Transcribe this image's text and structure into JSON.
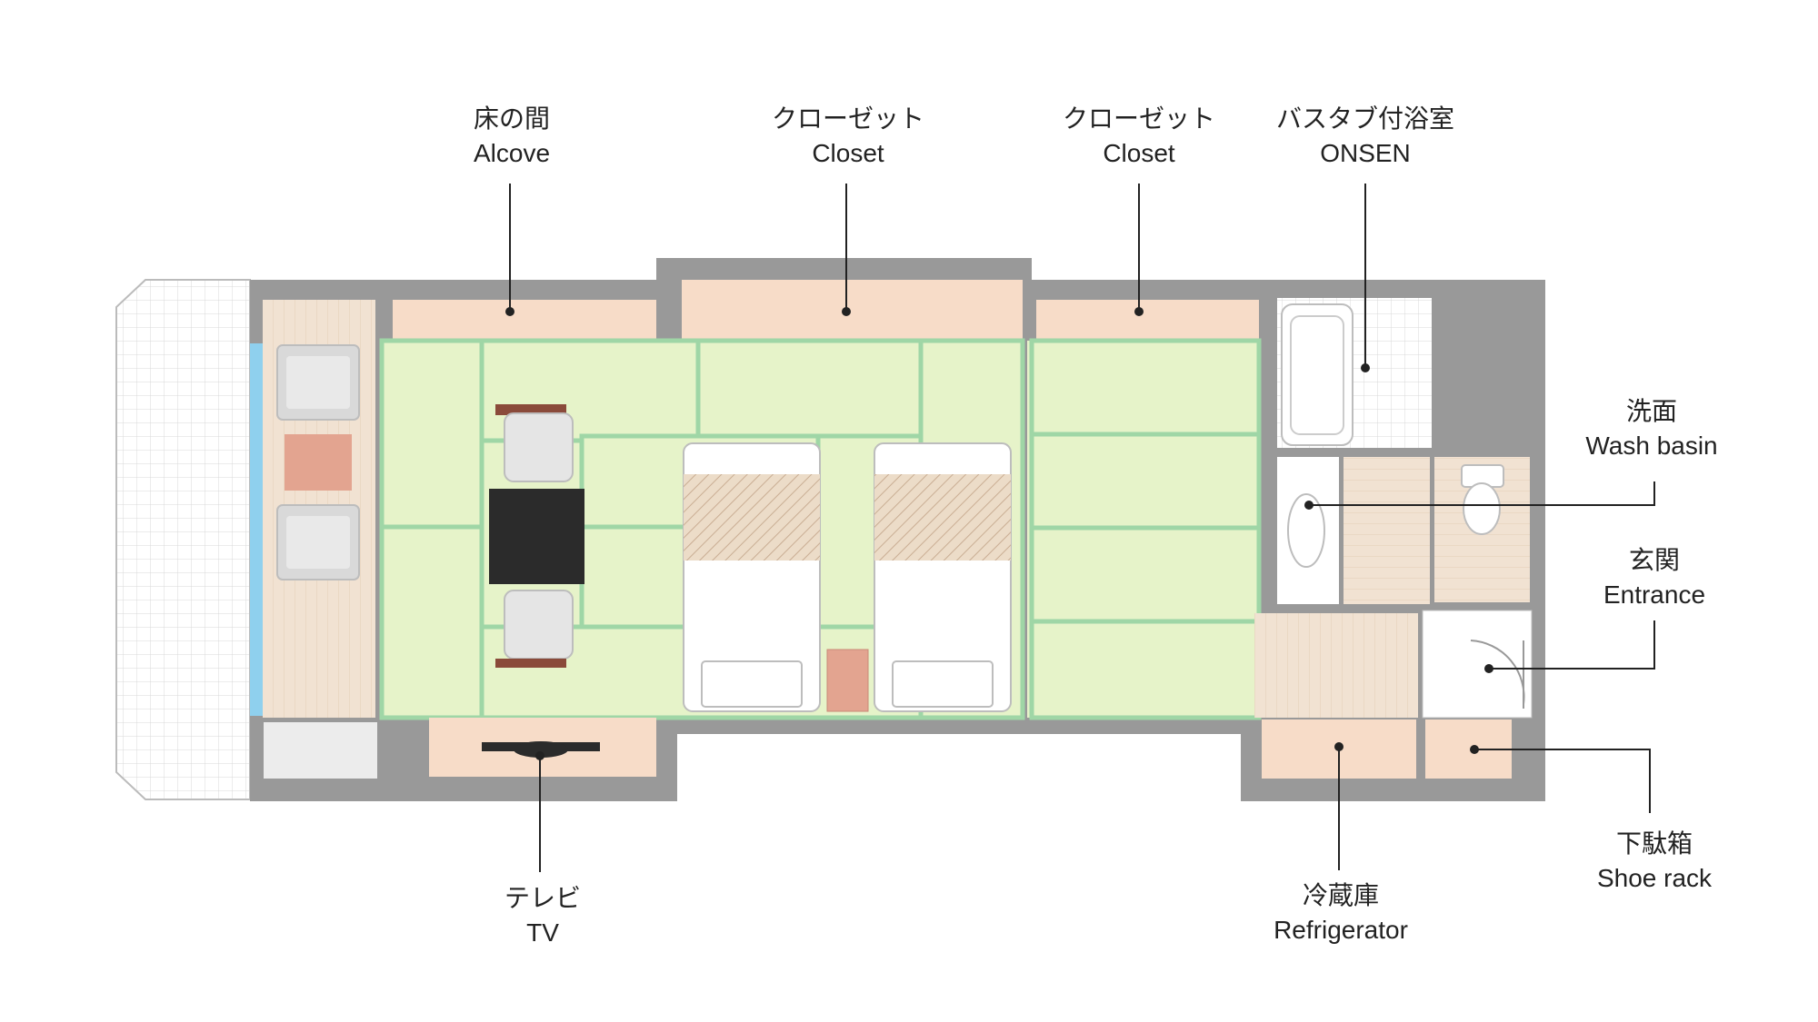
{
  "labels": {
    "alcove": {
      "jp": "床の間",
      "en": "Alcove"
    },
    "closet_1": {
      "jp": "クローゼット",
      "en": "Closet"
    },
    "closet_2": {
      "jp": "クローゼット",
      "en": "Closet"
    },
    "onsen": {
      "jp": "バスタブ付浴室",
      "en": "ONSEN"
    },
    "wash_basin": {
      "jp": "洗面",
      "en": "Wash basin"
    },
    "entrance": {
      "jp": "玄関",
      "en": "Entrance"
    },
    "tv": {
      "jp": "テレビ",
      "en": "TV"
    },
    "refrigerator": {
      "jp": "冷蔵庫",
      "en": "Refrigerator"
    },
    "shoe_rack": {
      "jp": "下駄箱",
      "en": "Shoe rack"
    }
  },
  "colors": {
    "wall": "#999999",
    "closet": "#f7dcc8",
    "tatami": "#e6f3c9",
    "tatami_border": "#9fd6a6",
    "window": "#8fd0ee",
    "leader": "#222222"
  }
}
